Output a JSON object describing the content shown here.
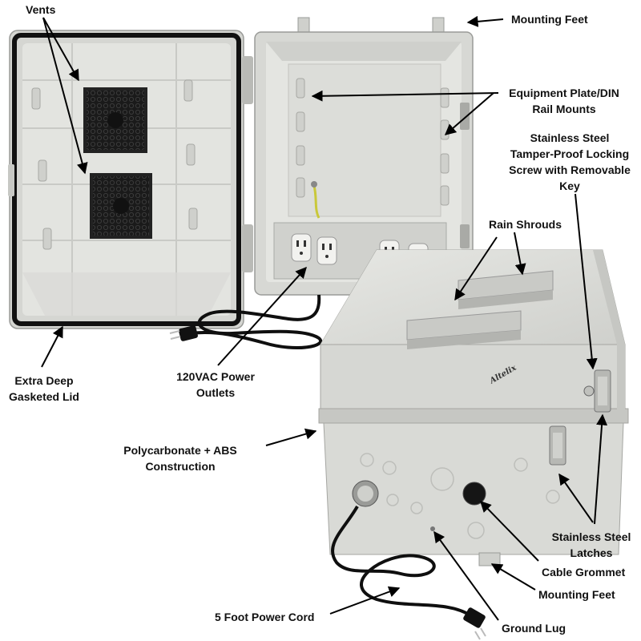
{
  "image": {
    "subject": "open-and-closed-enclosure",
    "brand_logo": "Altelix",
    "colors": {
      "enclosure": "#d9dad6",
      "enclosure_shade": "#c6c7c3",
      "gasket": "#111111",
      "fan": "#1a1a1a",
      "cord": "#0f0f0f",
      "ground_wire": "#c9c83a"
    }
  },
  "labels": {
    "vents": "Vents",
    "mounting_feet_top": "Mounting Feet",
    "equipment_plate_1": "Equipment Plate/DIN",
    "equipment_plate_2": "Rail Mounts",
    "screw_1": "Stainless Steel",
    "screw_2": "Tamper-Proof Locking",
    "screw_3": "Screw with Removable",
    "screw_4": "Key",
    "rain_shrouds": "Rain Shrouds",
    "lid_1": "Extra Deep",
    "lid_2": "Gasketed Lid",
    "outlets_1": "120VAC Power",
    "outlets_2": "Outlets",
    "construction_1": "Polycarbonate + ABS",
    "construction_2": "Construction",
    "latches_1": "Stainless Steel",
    "latches_2": "Latches",
    "cable_grommet": "Cable Grommet",
    "mounting_feet_bottom": "Mounting Feet",
    "power_cord": "5 Foot Power Cord",
    "ground_lug": "Ground Lug"
  }
}
